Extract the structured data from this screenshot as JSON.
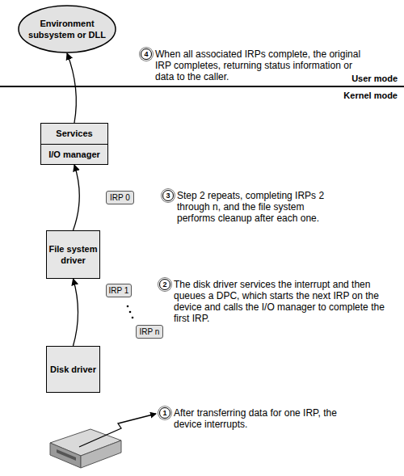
{
  "diagram": {
    "nodes": [
      {
        "text": [
          "Environment subsystem or DLL"
        ]
      },
      {
        "text": [
          "Services",
          "I/O manager"
        ]
      },
      {
        "text": [
          "IRP 0"
        ]
      },
      {
        "text": [
          "File system driver"
        ]
      },
      {
        "text": [
          "IRP 1"
        ]
      },
      {
        "text": [
          "IRP n"
        ]
      },
      {
        "text": [
          "Disk driver"
        ]
      }
    ],
    "edges": [
      {
        "from": 1,
        "to": 0,
        "arrow": "to"
      },
      {
        "from": 3,
        "to": 1,
        "arrow": "to"
      },
      {
        "from": 6,
        "to": 3,
        "arrow": "to"
      }
    ],
    "labels": [
      "4",
      "When all  associated IRPs complete, the original IRP completes, returning status information or data to the caller.",
      "User mode",
      "Kernel mode",
      "3",
      "Step 2 repeats, completing IRPs 2 through n, and the file system performs cleanup after each one.",
      "2",
      "The disk driver services the interrupt and then queues a DPC, which starts the next IRP on the device and calls the I/O manager to complete the first IRP.",
      "1",
      "After transferring data for one IRP, the device interrupts."
    ]
  }
}
